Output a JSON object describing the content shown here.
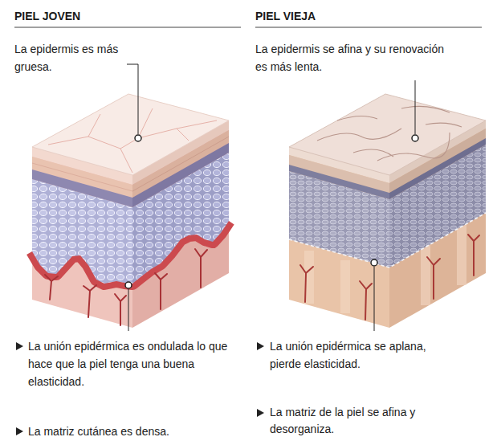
{
  "diagram": {
    "labels": [
      "PIEL JOVEN",
      "La epidermis es más gruesa.",
      "La unión epidérmica es ondulada lo que hace que la piel tenga una buena elasticidad.",
      "La matriz cutánea es densa.",
      "PIEL VIEJA",
      "La epidermis se afina y su renovación es más lenta.",
      "La unión epidérmica se aplana, pierde elasticidad.",
      "La matriz de la piel se afina y desorganiza."
    ]
  }
}
